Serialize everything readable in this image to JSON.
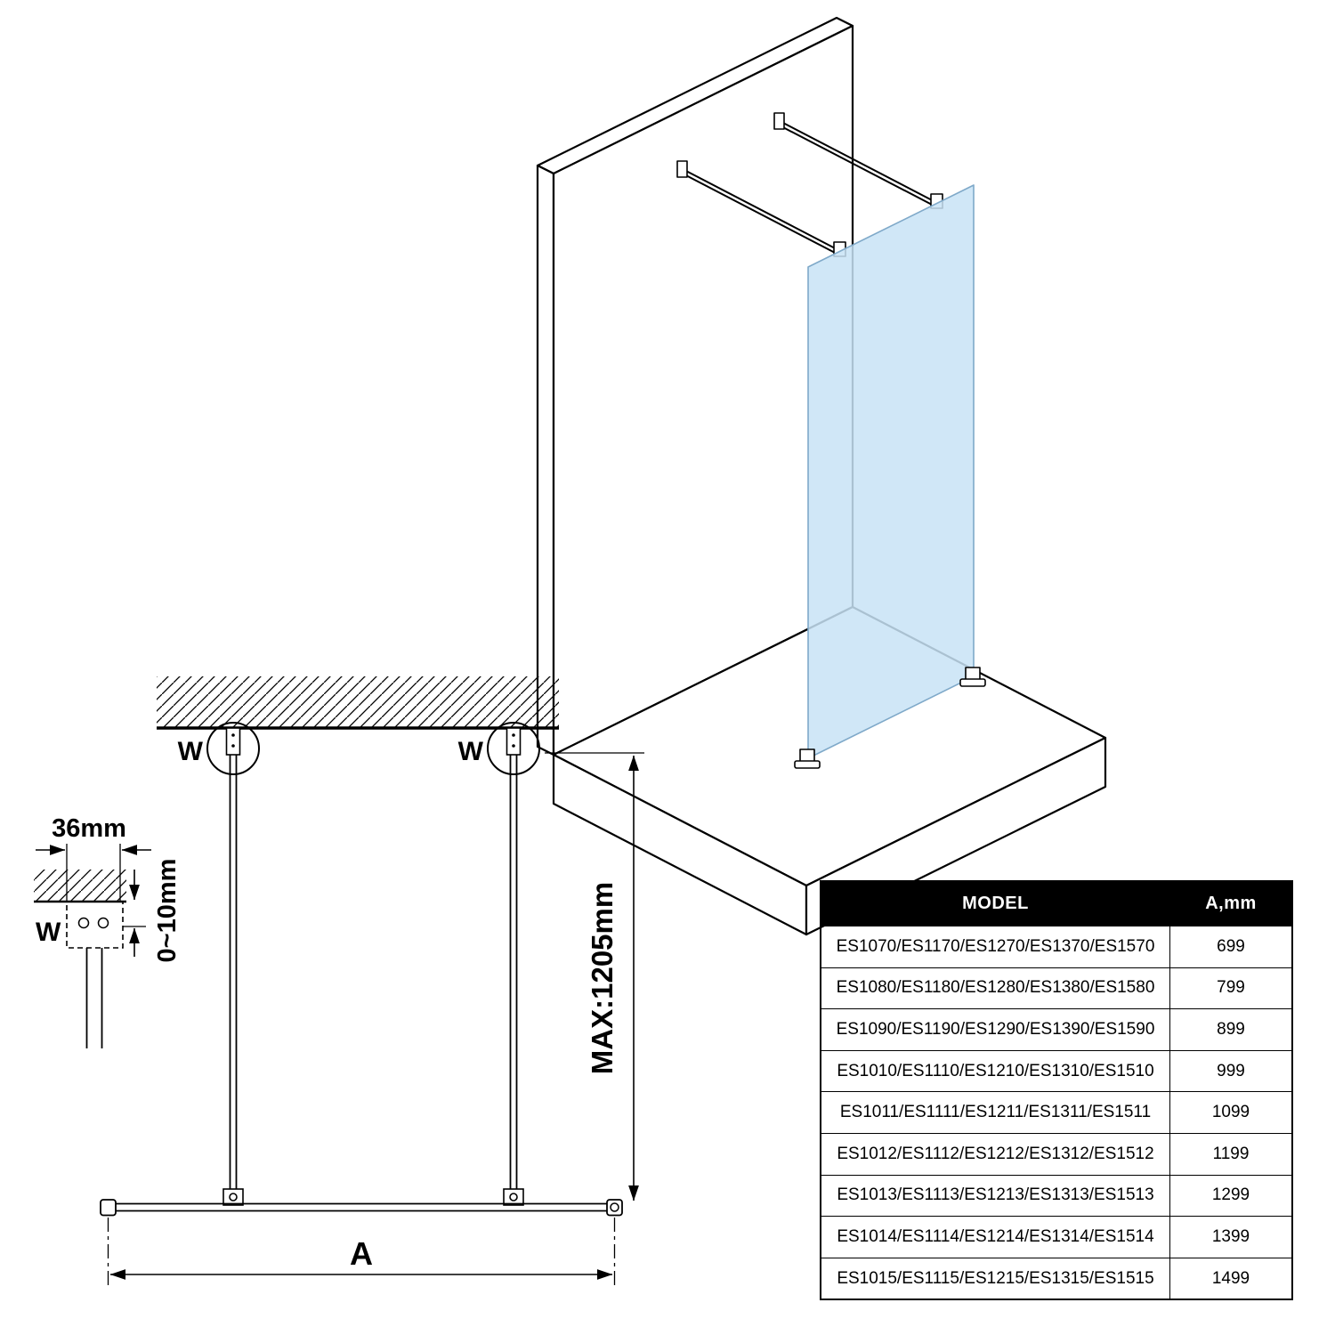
{
  "colors": {
    "line": "#000000",
    "glass_fill": "#c8e3f6",
    "table_header_bg": "#000000",
    "table_header_text": "#ffffff"
  },
  "front_view": {
    "left_bracket_label": "W",
    "right_bracket_label": "W",
    "max_height_dimension": "MAX:1205mm",
    "width_dimension": "A"
  },
  "detail_view": {
    "bracket_width_dimension": "36mm",
    "ceiling_gap_dimension": "0~10mm",
    "bracket_label": "W"
  },
  "table": {
    "headers": {
      "model": "MODEL",
      "a": "A,mm"
    },
    "rows": [
      {
        "model": "ES1070/ES1170/ES1270/ES1370/ES1570",
        "a": "699"
      },
      {
        "model": "ES1080/ES1180/ES1280/ES1380/ES1580",
        "a": "799"
      },
      {
        "model": "ES1090/ES1190/ES1290/ES1390/ES1590",
        "a": "899"
      },
      {
        "model": "ES1010/ES1110/ES1210/ES1310/ES1510",
        "a": "999"
      },
      {
        "model": "ES1011/ES1111/ES1211/ES1311/ES1511",
        "a": "1099"
      },
      {
        "model": "ES1012/ES1112/ES1212/ES1312/ES1512",
        "a": "1199"
      },
      {
        "model": "ES1013/ES1113/ES1213/ES1313/ES1513",
        "a": "1299"
      },
      {
        "model": "ES1014/ES1114/ES1214/ES1314/ES1514",
        "a": "1399"
      },
      {
        "model": "ES1015/ES1115/ES1215/ES1315/ES1515",
        "a": "1499"
      }
    ]
  }
}
